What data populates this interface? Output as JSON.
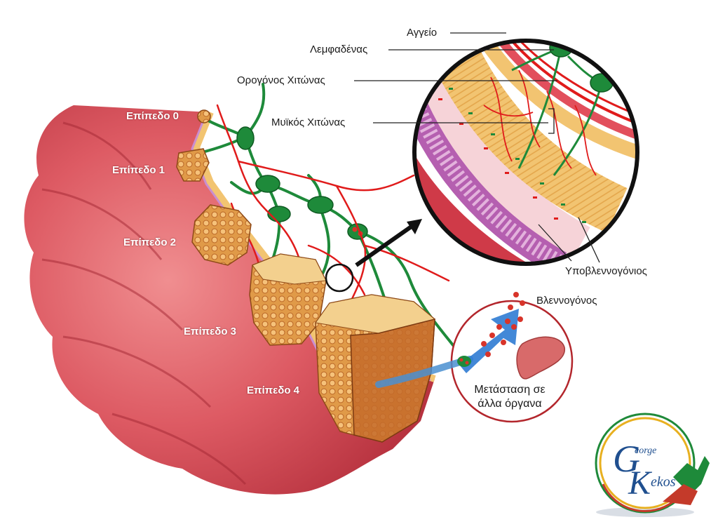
{
  "stages": [
    {
      "id": "level-0",
      "label": "Επίπεδο 0"
    },
    {
      "id": "level-1",
      "label": "Επίπεδο 1"
    },
    {
      "id": "level-2",
      "label": "Επίπεδο 2"
    },
    {
      "id": "level-3",
      "label": "Επίπεδο 3"
    },
    {
      "id": "level-4",
      "label": "Επίπεδο 4"
    }
  ],
  "layers": {
    "vessel": "Αγγείο",
    "lymph_node": "Λεμφαδένας",
    "serosa": "Ορογόνος Χιτώνας",
    "muscularis": "Μυϊκός Χιτώνας",
    "submucosa": "Υποβλεννογόνιος",
    "mucosa": "Βλεννογόνος"
  },
  "metastasis": {
    "line1": "Μετάσταση σε",
    "line2": "άλλα όργανα"
  },
  "logo": {
    "first_name": "eorge",
    "last_name": "ekos",
    "initial_g": "G",
    "initial_k": "K"
  },
  "colors": {
    "tissue_red": "#d9505b",
    "tissue_dark": "#b8303e",
    "serosa_yellow": "#f2c471",
    "tumor_orange": "#e0913a",
    "lymph_green": "#1e8a3a",
    "vessel_red": "#e01b1b",
    "logo_blue": "#1f4f8f"
  }
}
